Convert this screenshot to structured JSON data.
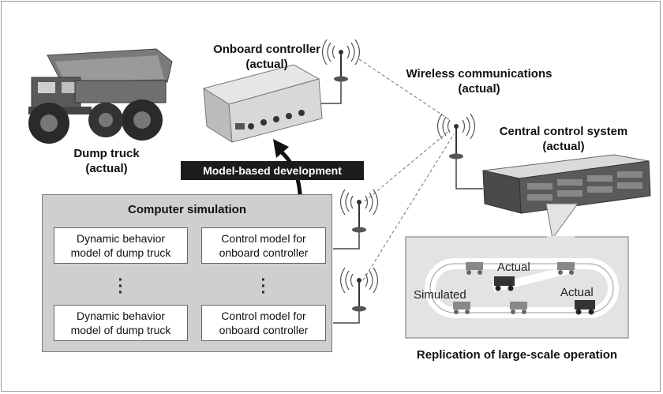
{
  "labels": {
    "onboard_controller": [
      "Onboard controller",
      "(actual)"
    ],
    "wireless": [
      "Wireless communications",
      "(actual)"
    ],
    "dump_truck": [
      "Dump truck",
      "(actual)"
    ],
    "central_control": [
      "Central control system",
      "(actual)"
    ],
    "model_based": "Model-based development",
    "replication": "Replication of large-scale operation"
  },
  "simulation": {
    "title": "Computer simulation",
    "rows": [
      {
        "dynamic": [
          "Dynamic behavior",
          "model of dump truck"
        ],
        "control": [
          "Control model for",
          "onboard controller"
        ]
      },
      {
        "dynamic": [
          "Dynamic behavior",
          "model of dump truck"
        ],
        "control": [
          "Control model for",
          "onboard controller"
        ]
      }
    ]
  },
  "track": {
    "actual_top": "Actual",
    "actual_right": "Actual",
    "simulated": "Simulated"
  },
  "colors": {
    "panel": "#cfcfcf",
    "callout": "#e3e3e3",
    "label_bg": "#1c1c1c"
  }
}
